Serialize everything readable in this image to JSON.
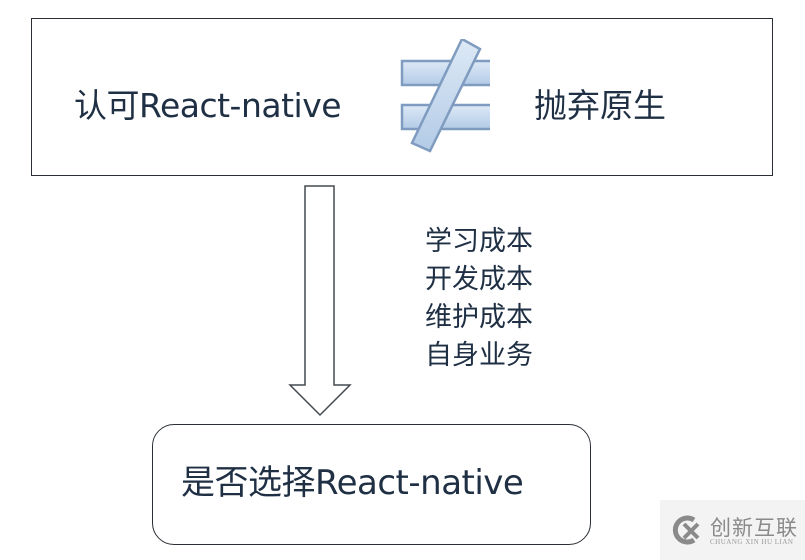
{
  "top_box": {
    "left_text": "认可React-native",
    "relation_icon": "not-equal-icon",
    "right_text": "抛弃原生"
  },
  "arrow": {
    "direction": "down"
  },
  "factors": [
    "学习成本",
    "开发成本",
    "维护成本",
    "自身业务"
  ],
  "bottom_box": {
    "text": "是否选择React-native"
  },
  "watermark": {
    "cn": "创新互联",
    "en": "CHUANG XIN HU LIAN"
  },
  "colors": {
    "text": "#1f2f44",
    "border": "#2a2f35",
    "neq_fill": "#c5d9ee",
    "neq_stroke": "#7f9cc0"
  }
}
